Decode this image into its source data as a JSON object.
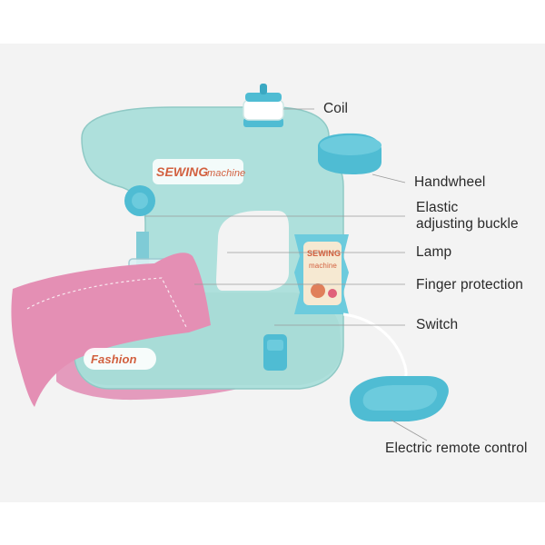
{
  "callouts": {
    "coil": "Coil",
    "handwheel": "Handwheel",
    "elastic_line1": "Elastic",
    "elastic_line2": "adjusting buckle",
    "lamp": "Lamp",
    "finger_protection": "Finger protection",
    "switch": "Switch",
    "remote": "Electric remote control"
  },
  "machine_text": {
    "brand_word": "SEWING",
    "brand_sub": "machine",
    "base_badge": "Fashion",
    "panel_word": "SEWING",
    "panel_sub": "machine"
  },
  "colors": {
    "body": "#aee0dc",
    "accent": "#4fbcd3",
    "fabric": "#e48fb4",
    "base_pink": "#e49bbd",
    "leader_line": "#9a9a9a"
  }
}
